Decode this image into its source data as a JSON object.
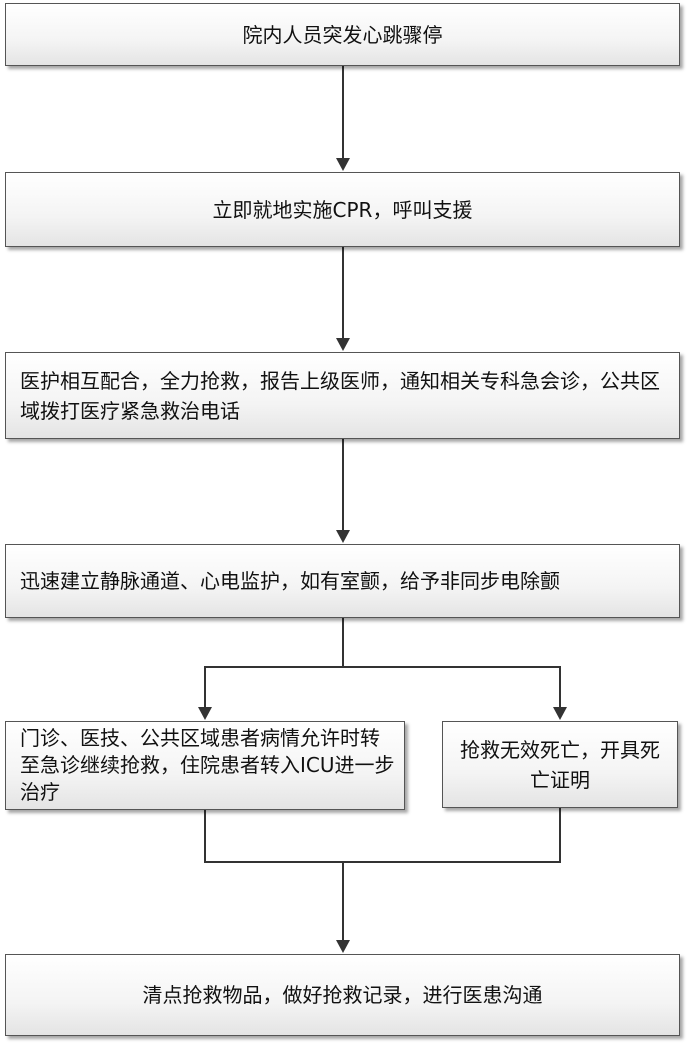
{
  "flowchart": {
    "steps": {
      "start": "院内人员突发心跳骤停",
      "cpr": "立即就地实施CPR，呼叫支援",
      "teamwork": "医护相互配合，全力抢救，报告上级医师，通知相关专科急会诊，公共区域拨打医疗紧急救治电话",
      "iv_monitor": "迅速建立静脉通道、心电监护，如有室颤，给予非同步电除颤",
      "transfer": "门诊、医技、公共区域患者病情允许时转至急诊继续抢救，住院患者转入ICU进一步治疗",
      "death": "抢救无效死亡，开具死亡证明",
      "cleanup": "清点抢救物品，做好抢救记录，进行医患沟通"
    }
  }
}
